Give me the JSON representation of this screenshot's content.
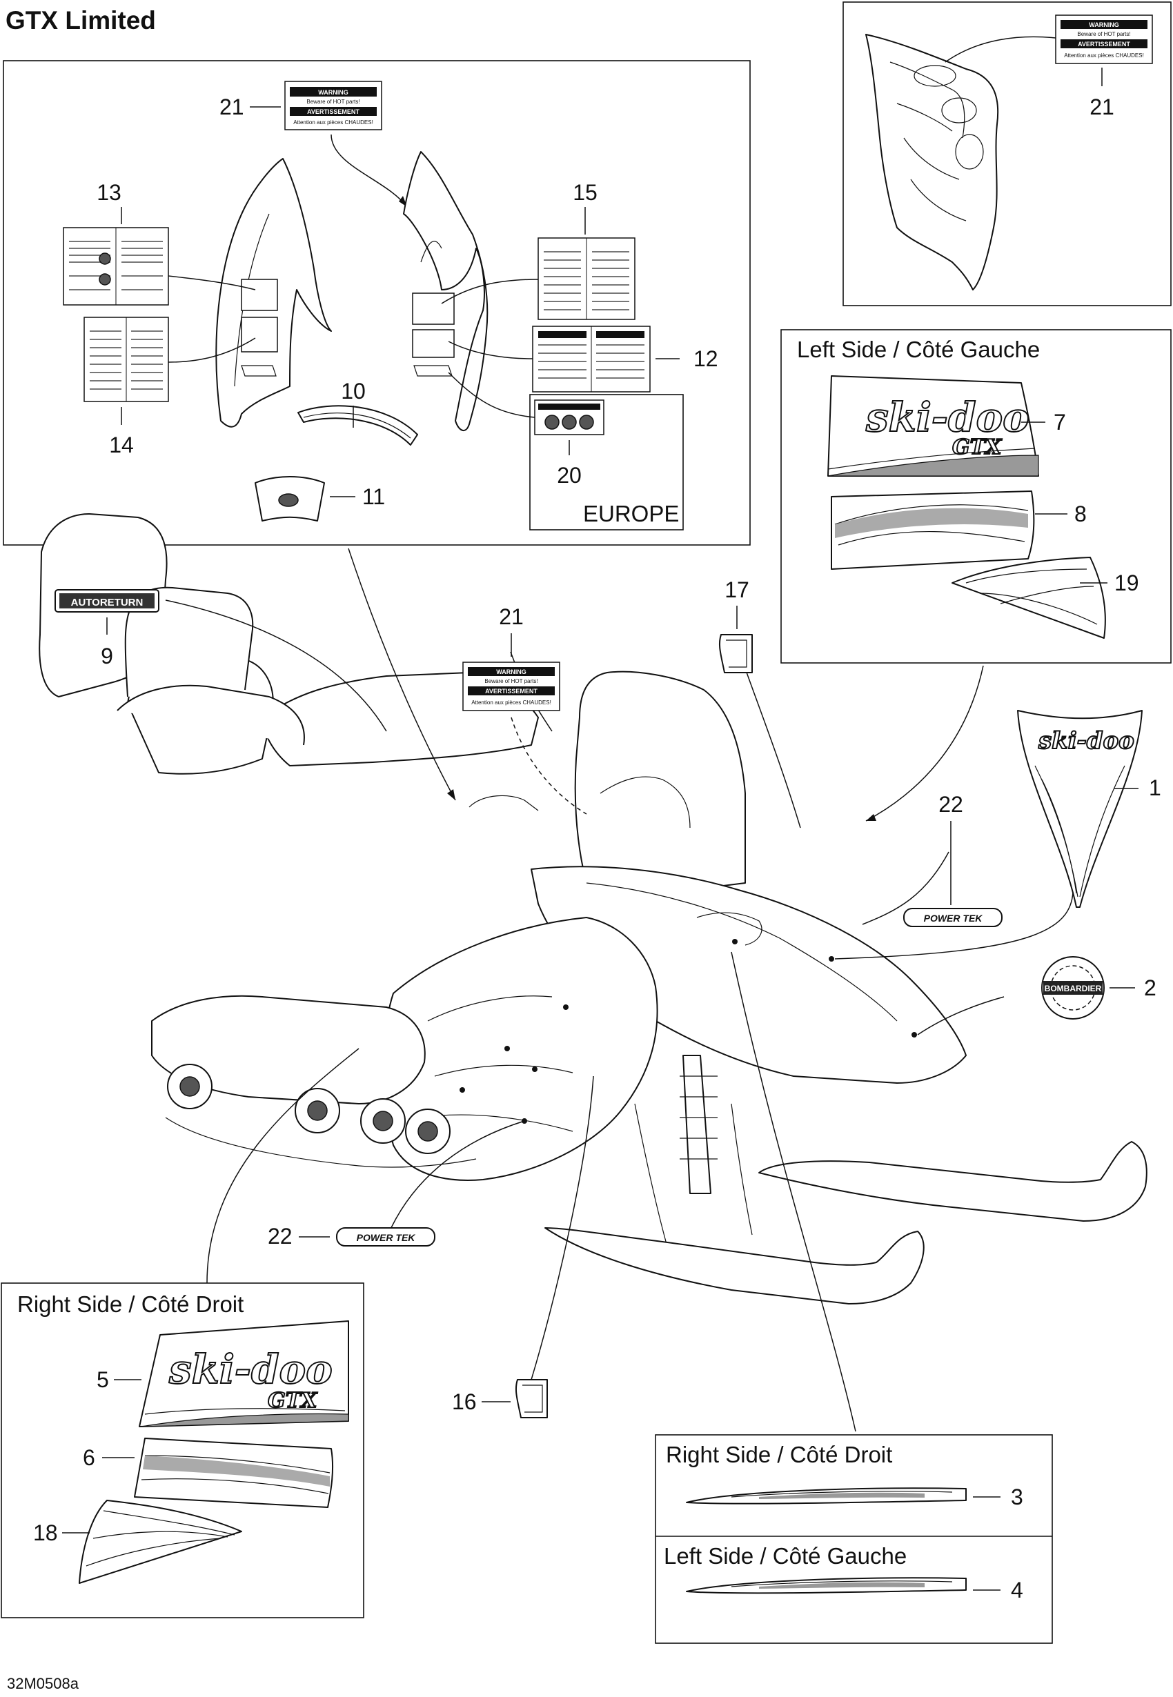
{
  "title": "GTX Limited",
  "drawing_code": "32M0508a",
  "warning_label": {
    "line1": "WARNING",
    "line2": "Beware of HOT parts!",
    "line3": "AVERTISSEMENT",
    "line4": "Attention aux pièces CHAUDES!"
  },
  "logos": {
    "skidoo": "ski-doo",
    "gtx": "GTX",
    "autoreturn": "AUTORETURN",
    "power_tek": "POWER TEK",
    "bombardier": "BOMBARDIER"
  },
  "panels": {
    "left_side_top": "Left Side / Côté Gauche",
    "right_side_bottom": "Right Side / Côté Droit",
    "right_side_small": "Right Side / Côté Droit",
    "left_side_small": "Left Side / Côté Gauche",
    "europe": "EUROPE"
  },
  "callouts": {
    "c1": "1",
    "c2": "2",
    "c3": "3",
    "c4": "4",
    "c5": "5",
    "c6": "6",
    "c7": "7",
    "c8": "8",
    "c9": "9",
    "c10": "10",
    "c11": "11",
    "c12": "12",
    "c13": "13",
    "c14": "14",
    "c15": "15",
    "c16": "16",
    "c17": "17",
    "c18": "18",
    "c19": "19",
    "c20": "20",
    "c21_inset": "21",
    "c21_top": "21",
    "c21_mid": "21",
    "c22_right": "22",
    "c22_left": "22"
  }
}
